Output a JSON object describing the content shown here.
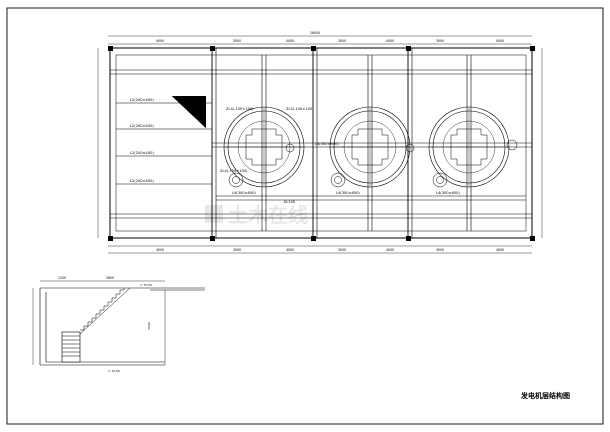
{
  "drawing": {
    "title": "发电机层结构图",
    "overall_dimension": "26000"
  },
  "top_dimensions": [
    "4000",
    "3000",
    "4000",
    "3000",
    "4000",
    "3000",
    "4000"
  ],
  "beam_labels": {
    "left_beams": [
      "L2(200×400)",
      "L2(200×400)",
      "L2(200×400)",
      "L2(200×400)"
    ],
    "lower_beams": [
      "L4(300×600)",
      "L4(300×600)",
      "L4(300×600)"
    ],
    "column_note_1": "ZL4(-100×100)",
    "column_note_2": "ZL4(-100×100)",
    "column_note_3": "ZL4(-100×100)",
    "mid_note": "L4(300×600)",
    "bottom_label": "KL100"
  },
  "bottom_dimensions": [
    "4000",
    "3000",
    "4000",
    "3000",
    "4000",
    "3000",
    "4000"
  ],
  "stair": {
    "top_dim_left": "1200",
    "top_dim_right": "2600",
    "level_top": "▽ 75.00",
    "level_bottom": "▽ 70.00",
    "side_label": "3500"
  },
  "watermark": "土木在线",
  "watermark_colour": "#d4d4d4",
  "line_colour": "#000000"
}
